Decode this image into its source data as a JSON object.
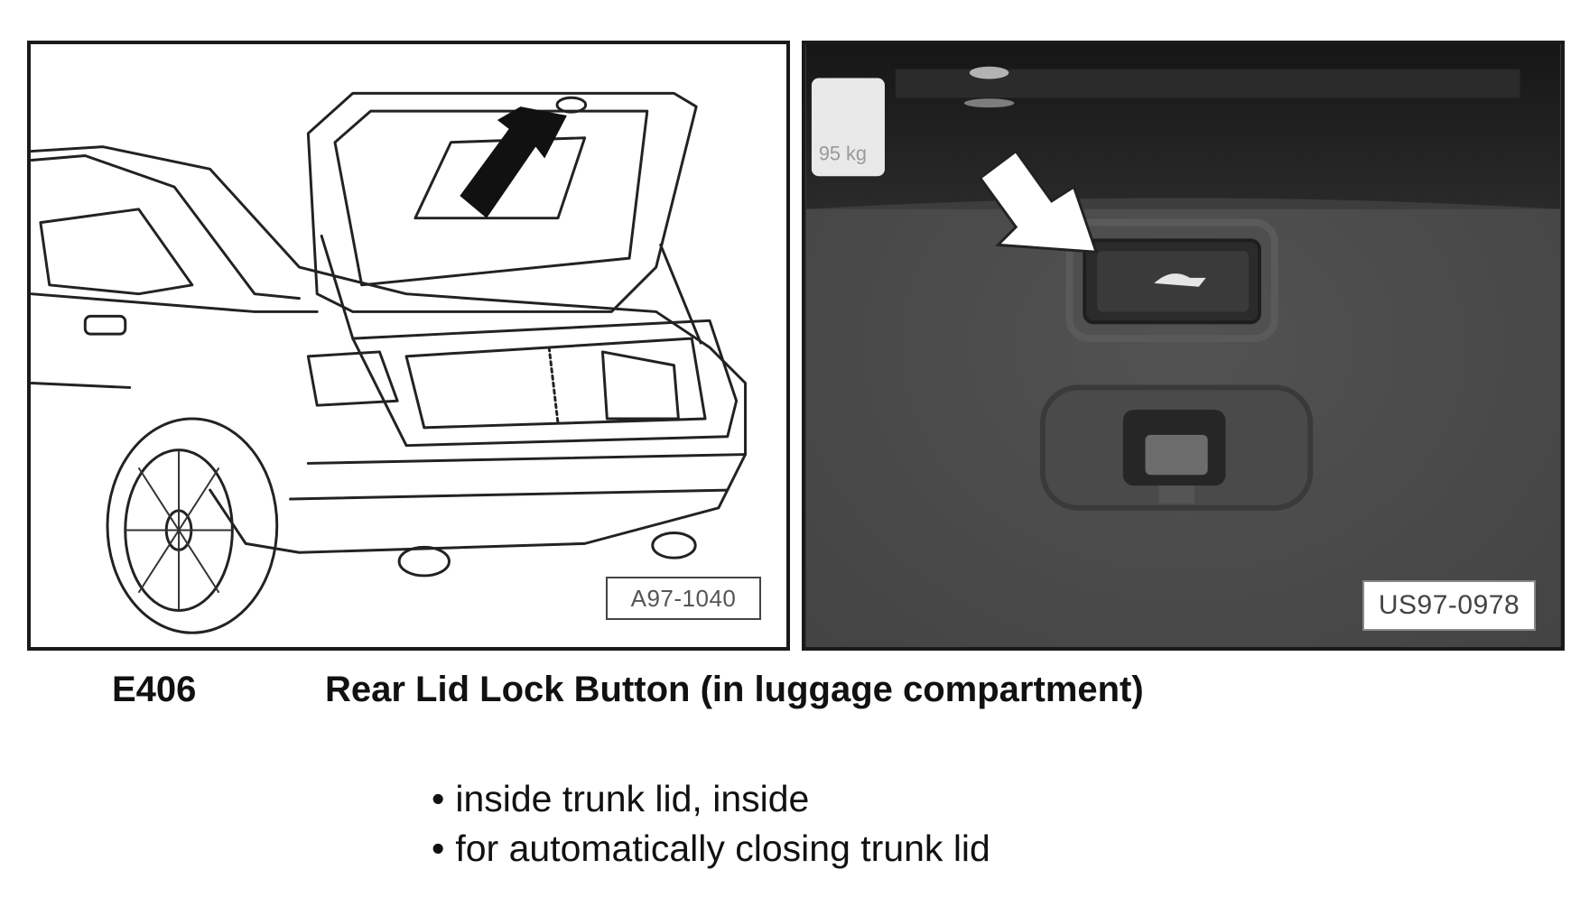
{
  "figures": {
    "left": {
      "image_code": "A97-1040",
      "description": "Line drawing of sedan rear with open trunk lid and arrow pointing at button"
    },
    "right": {
      "image_code": "US97-0978",
      "description": "Photo of trunk lid interior lining with arrow pointing at lock button",
      "label_text": "95 kg"
    }
  },
  "caption": {
    "code": "E406",
    "title": "Rear Lid Lock Button (in luggage compartment)"
  },
  "bullets": [
    "inside trunk lid, inside",
    "for automatically closing trunk lid"
  ],
  "colors": {
    "border": "#1a1a1a",
    "photo_background": "#3a3a3a",
    "text": "#111111"
  }
}
